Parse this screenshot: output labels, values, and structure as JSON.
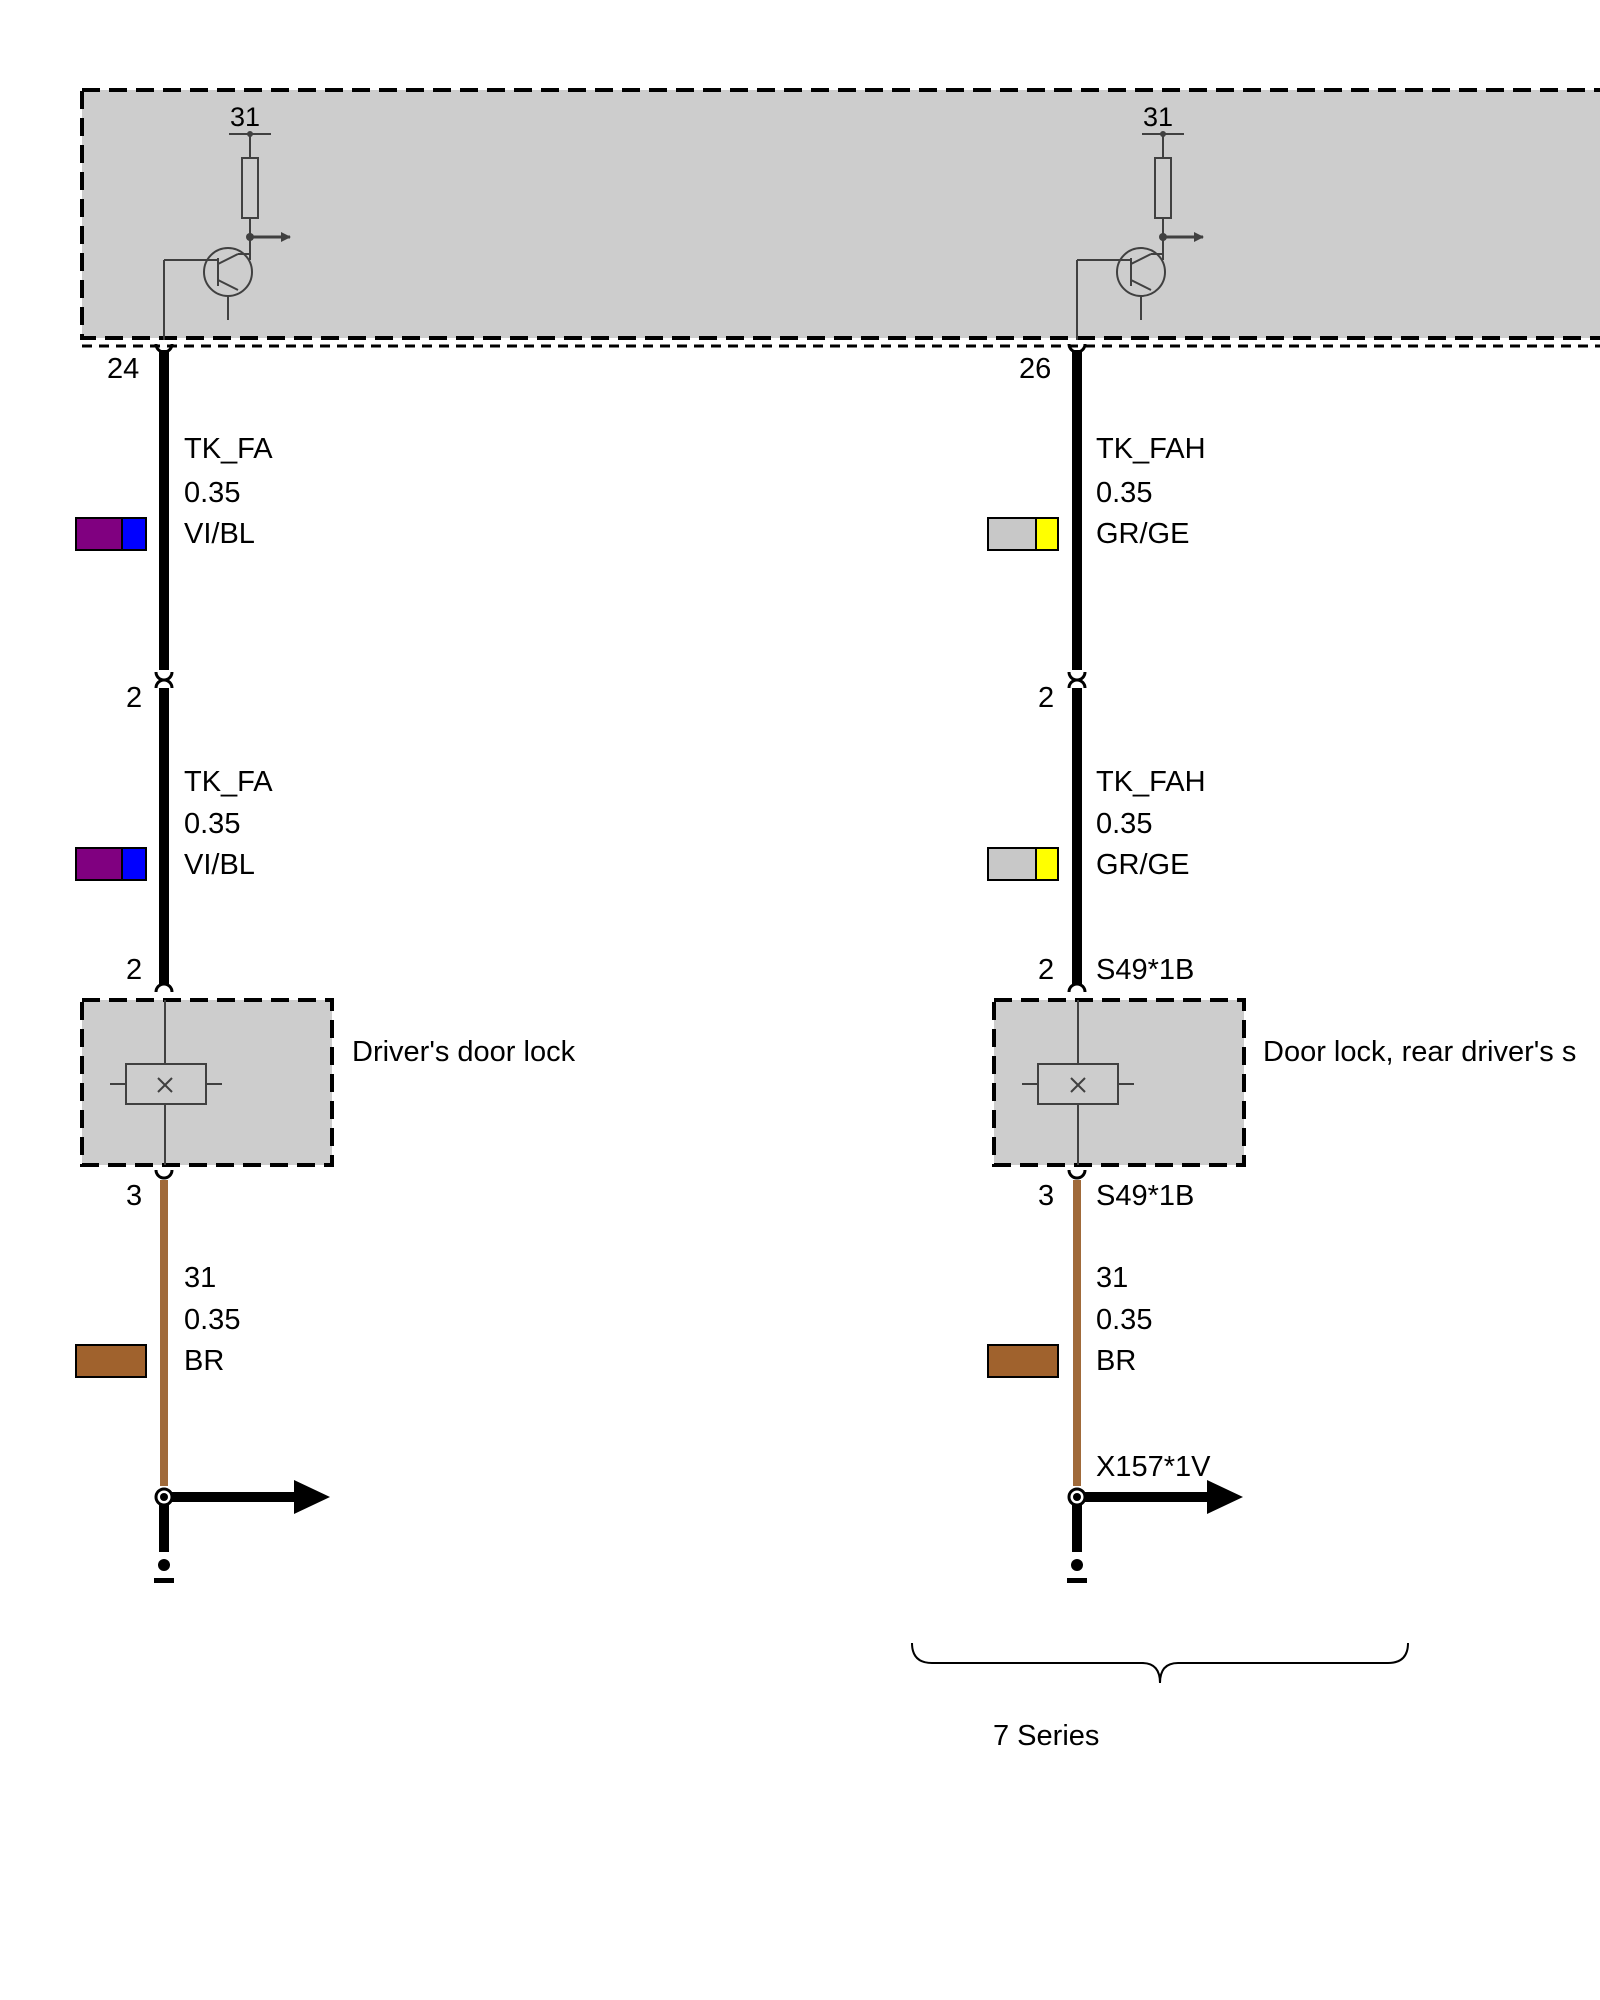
{
  "colors": {
    "module_fill": "#cdcdcd",
    "wire_black": "#000000",
    "wire_brown": "#a06a3a",
    "violet": "#800080",
    "blue": "#0000ff",
    "grey": "#c8c8c8",
    "yellow": "#ffff00",
    "brown": "#a0622d",
    "component_stroke": "#404040"
  },
  "control_unit": {
    "ground_labels": [
      "31",
      "31"
    ],
    "pins": [
      "24",
      "26"
    ]
  },
  "circuits": [
    {
      "name": "driver",
      "pin_top": "24",
      "upper_segment": {
        "signal": "TK_FA",
        "cross_section": "0.35",
        "color_code": "VI/BL",
        "colors": [
          "violet",
          "blue"
        ]
      },
      "connector_pin_top": "2",
      "lower_segment": {
        "signal": "TK_FA",
        "cross_section": "0.35",
        "color_code": "VI/BL",
        "colors": [
          "violet",
          "blue"
        ]
      },
      "lock_pin_in": "2",
      "lock_pin_in_connector": "",
      "lock_label": "Driver's door lock",
      "lock_pin_out": "3",
      "lock_pin_out_connector": "",
      "ground_segment": {
        "signal": "31",
        "cross_section": "0.35",
        "color_code": "BR",
        "colors": [
          "brown"
        ]
      },
      "ground_connector": ""
    },
    {
      "name": "rear-driver",
      "pin_top": "26",
      "upper_segment": {
        "signal": "TK_FAH",
        "cross_section": "0.35",
        "color_code": "GR/GE",
        "colors": [
          "grey",
          "yellow"
        ]
      },
      "connector_pin_top": "2",
      "lower_segment": {
        "signal": "TK_FAH",
        "cross_section": "0.35",
        "color_code": "GR/GE",
        "colors": [
          "grey",
          "yellow"
        ]
      },
      "lock_pin_in": "2",
      "lock_pin_in_connector": "S49*1B",
      "lock_label": "Door lock, rear driver's s",
      "lock_pin_out": "3",
      "lock_pin_out_connector": "S49*1B",
      "ground_segment": {
        "signal": "31",
        "cross_section": "0.35",
        "color_code": "BR",
        "colors": [
          "brown"
        ]
      },
      "ground_connector": "X157*1V"
    }
  ],
  "variant_bracket": {
    "label": "7 Series"
  }
}
